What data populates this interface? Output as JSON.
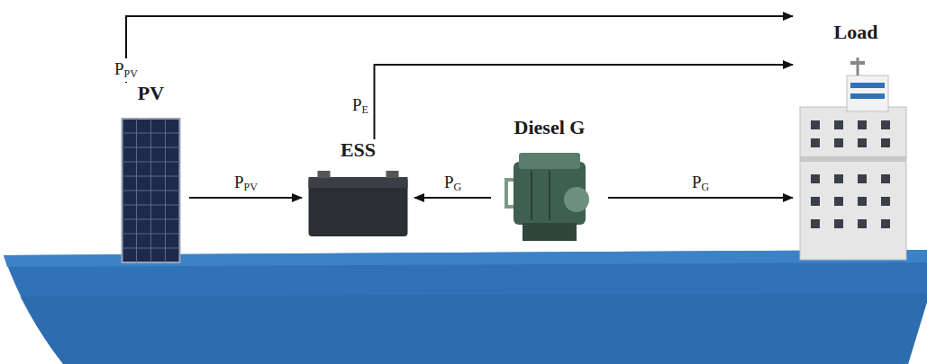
{
  "diagram": {
    "nodes": [
      {
        "text": [
          "PV"
        ]
      },
      {
        "text": [
          "ESS"
        ]
      },
      {
        "text": [
          "Diesel G"
        ]
      },
      {
        "text": [
          "Load"
        ]
      }
    ],
    "edges": [
      {
        "from": 0,
        "to": 3,
        "label": "PPV",
        "arrow": "to"
      },
      {
        "from": 0,
        "to": 1,
        "label": "PPV",
        "arrow": "to"
      },
      {
        "from": 1,
        "to": 3,
        "label": "PE",
        "arrow": "to"
      },
      {
        "from": 2,
        "to": 1,
        "label": "PG",
        "arrow": "to"
      },
      {
        "from": 2,
        "to": 3,
        "label": "PG",
        "arrow": "to"
      }
    ]
  }
}
